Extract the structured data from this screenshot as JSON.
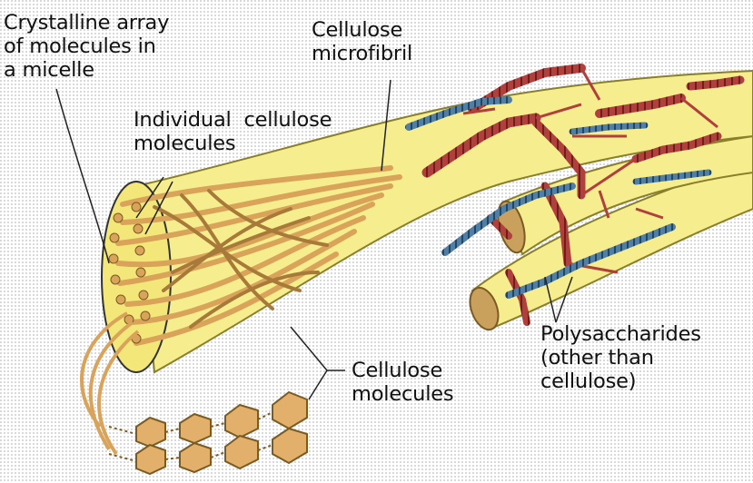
{
  "labels": {
    "crystalline_array": [
      "Crystalline array",
      "of molecules in",
      "a micelle"
    ],
    "cellulose_microfibril": [
      "Cellulose",
      "microfibril"
    ],
    "individual_molecules": [
      "Individual  cellulose",
      "molecules"
    ],
    "cellulose_molecules": [
      "Cellulose",
      "molecules"
    ],
    "polysaccharides": [
      "Polysaccharides",
      "(other than",
      "cellulose)"
    ]
  },
  "colors": {
    "background": "#ffffff",
    "dot_pattern": "#d9d9d9",
    "fibril_fill": "#f6ee8e",
    "fibril_outline": "#8a7f2a",
    "cellulose_strand": "#d9a35a",
    "cellulose_strand_dark": "#a87a3a",
    "hexagon_fill": "#e2b06a",
    "polysaccharide_red": "#b1403c",
    "polysaccharide_blue": "#4f7fa6",
    "leader_line": "#222222"
  }
}
